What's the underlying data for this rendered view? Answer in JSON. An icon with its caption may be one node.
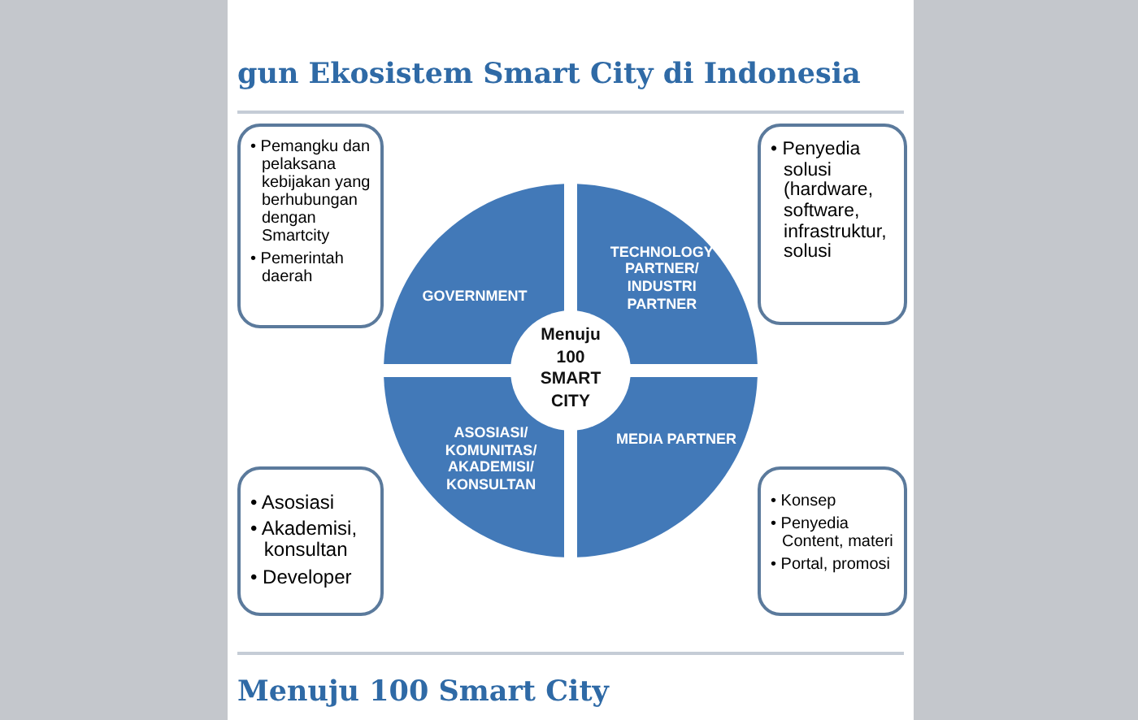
{
  "diagram": {
    "title": "gun Ekosistem Smart City di Indonesia",
    "caption": "Menuju 100 Smart City",
    "nodes": [
      {
        "text": [
          "• Pemangku dan pelaksana kebijakan yang berhubungan dengan Smartcity",
          "• Pemerintah daerah"
        ]
      },
      {
        "text": [
          "• Penyedia solusi (hardware, software, infrastruktur, solusi"
        ]
      },
      {
        "text": [
          "GOVERNMENT"
        ]
      },
      {
        "text": [
          "TECHNOLOGY PARTNER/ INDUSTRI PARTNER"
        ]
      },
      {
        "text": [
          "Menuju 100 SMART CITY"
        ]
      },
      {
        "text": [
          "ASOSIASI/ KOMUNITAS/ AKADEMISI/ KONSULTAN"
        ]
      },
      {
        "text": [
          "MEDIA PARTNER"
        ]
      },
      {
        "text": [
          "• Asosiasi",
          "• Akademisi, konsultan",
          "• Developer"
        ]
      },
      {
        "text": [
          "• Konsep",
          "• Penyedia Content, materi",
          "• Portal, promosi"
        ]
      }
    ]
  }
}
